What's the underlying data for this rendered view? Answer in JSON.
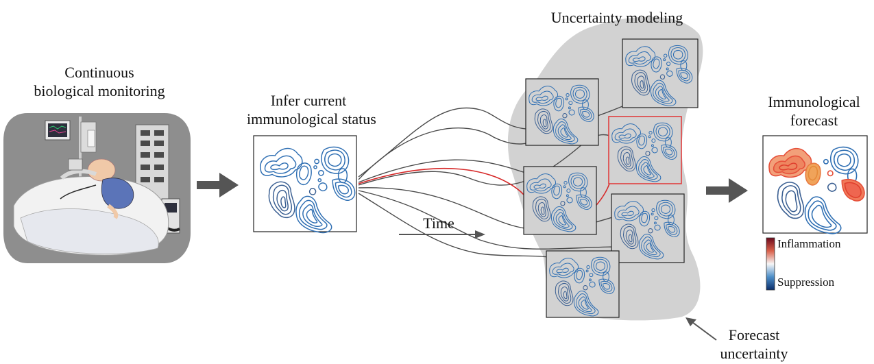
{
  "labels": {
    "monitoring_line1": "Continuous",
    "monitoring_line2": "biological monitoring",
    "infer_line1": "Infer current",
    "infer_line2": "immunological status",
    "time": "Time",
    "uncertainty_modeling": "Uncertainty modeling",
    "forecast_line1": "Immunological",
    "forecast_line2": "forecast",
    "forecast_uncertainty_line1": "Forecast",
    "forecast_uncertainty_line2": "uncertainty"
  },
  "colorbar": {
    "top_label": "Inflammation",
    "bottom_label": "Suppression",
    "colors": [
      "#6b0a1c",
      "#d9604a",
      "#f6f6f6",
      "#4c8ec8",
      "#0b2f6b"
    ]
  },
  "colors": {
    "contour_blue": "#2f6fb3",
    "contour_dark": "#3a5f92",
    "highlight_red": "#e04040",
    "uncertainty_gray": "#d2d2d2",
    "arrow_gray": "#555555",
    "trajectory_gray": "#4a4a4a"
  }
}
